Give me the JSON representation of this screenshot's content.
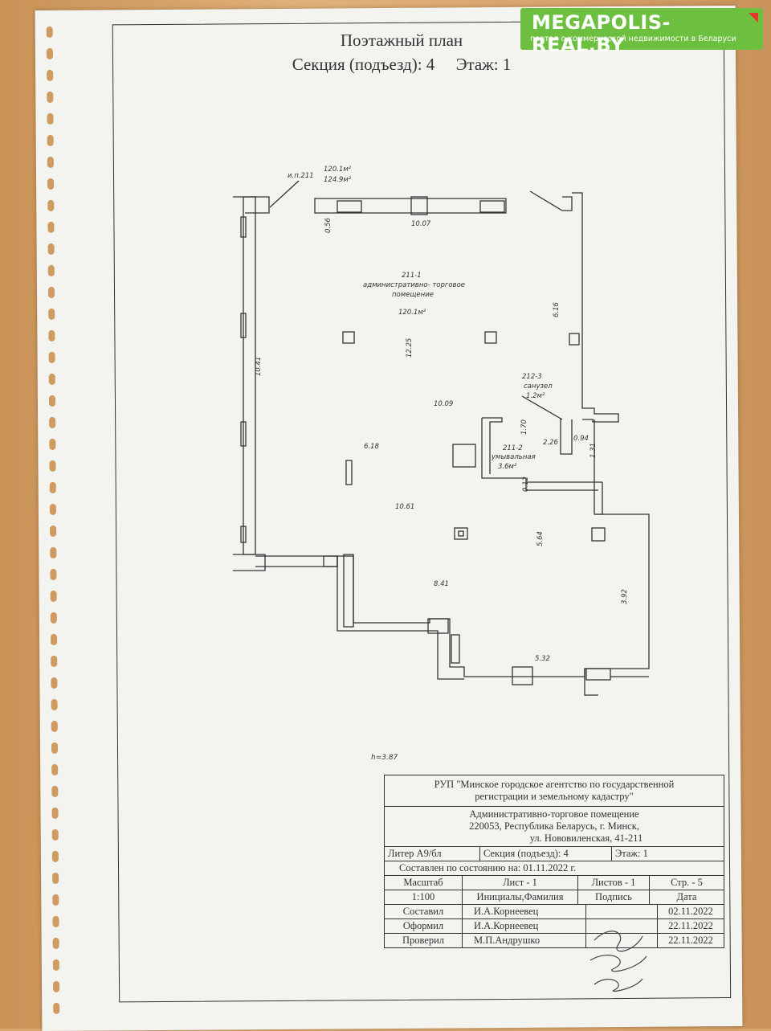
{
  "header": {
    "title": "Поэтажный план",
    "subtitle_section": "Секция (подъезд): 4",
    "subtitle_floor": "Этаж: 1"
  },
  "watermark": {
    "site": "MEGAPOLIS-REAL.BY",
    "tagline": "портал о коммерческой недвижимости в Беларуси",
    "color": "#6cbf3f"
  },
  "plan": {
    "labels": {
      "unit": "и.п.211",
      "area_total_1": "120.1м²",
      "area_total_2": "124.9м²",
      "room_211_1_id": "211-1",
      "room_211_1_name_1": "административно- торговое",
      "room_211_1_name_2": "помещение",
      "room_211_1_area": "120.1м²",
      "room_212_3_id": "212-3",
      "room_212_3_name": "санузел",
      "room_212_3_area": "1.2м²",
      "room_211_2_id": "211-2",
      "room_211_2_name": "умывальная",
      "room_211_2_area": "3.6м²"
    },
    "dims": {
      "d_056": "0.56",
      "d_1007": "10.07",
      "d_616": "6.16",
      "d_1225": "12.25",
      "d_1041": "10.41",
      "d_1009": "10.09",
      "d_170": "1.70",
      "d_226": "2.26",
      "d_094": "0.94",
      "d_131": "1.31",
      "d_618": "6.18",
      "d_012": "0.12",
      "d_1061": "10.61",
      "d_564": "5.64",
      "d_841": "8.41",
      "d_392": "3.92",
      "d_532": "5.32"
    },
    "height": "h=3.87"
  },
  "stamp": {
    "org_line1": "РУП \"Минское городское агентство по государственной",
    "org_line2": "регистрации и земельному кадастру\"",
    "object": "Административно-торговое помещение",
    "address1": "220053, Республика Беларусь, г. Минск,",
    "address2": "ул. Нововиленская, 41-211",
    "liter": "Литер А9/бл",
    "section": "Секция (подъезд): 4",
    "floor": "Этаж: 1",
    "state": "Составлен по состоянию на: 01.11.2022 г.",
    "scale_label": "Масштаб",
    "sheet": "Лист - 1",
    "sheets": "Листов - 1",
    "page": "Стр. - 5",
    "scale": "1:100",
    "col_names": "Инициалы,Фамилия",
    "col_sign": "Подпись",
    "col_date": "Дата",
    "rows": [
      {
        "role": "Составил",
        "name": "И.А.Корнеевец",
        "date": "02.11.2022"
      },
      {
        "role": "Оформил",
        "name": "И.А.Корнеевец",
        "date": "22.11.2022"
      },
      {
        "role": "Проверил",
        "name": "М.П.Андрушко",
        "date": "22.11.2022"
      }
    ]
  }
}
